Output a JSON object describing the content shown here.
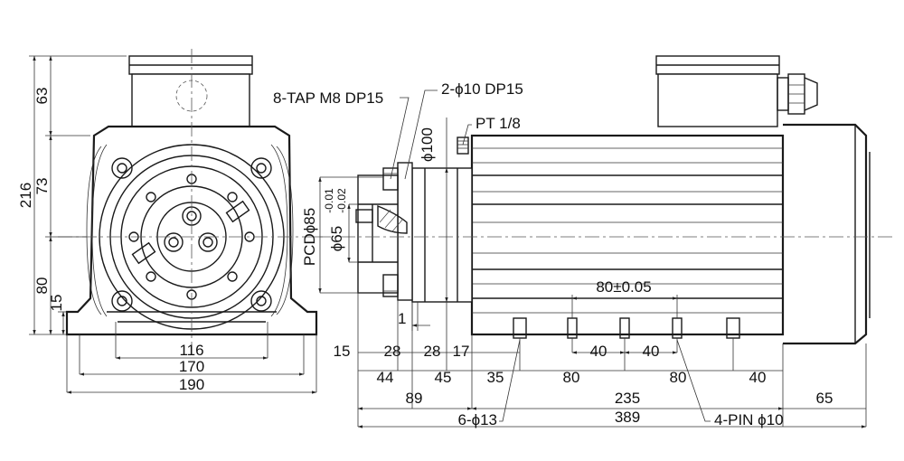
{
  "front_view": {
    "dims": {
      "height_total": "216",
      "height_top": "63",
      "height_mid": "73",
      "height_low": "80",
      "height_foot": "15",
      "width_116": "116",
      "width_170": "170",
      "width_190": "190"
    }
  },
  "side_view": {
    "callouts": {
      "tap": "8-TAP M8 DP15",
      "holes": "2-ϕ10 DP15",
      "pt": "PT 1/8",
      "dia100": "ϕ100",
      "pcd": "PCDϕ85",
      "shaft": "ϕ65",
      "tol_upper": "-0.01",
      "tol_lower": "-0.02",
      "one": "1",
      "spacing_80": "80±0.05",
      "bolts": "6-ϕ13",
      "pins": "4-PIN ϕ10"
    },
    "dims_row1": [
      "15",
      "28",
      "28",
      "17",
      "40",
      "40"
    ],
    "dims_row2": [
      "44",
      "45",
      "35",
      "80",
      "80",
      "40"
    ],
    "dims_row3": [
      "89",
      "235",
      "65"
    ],
    "dims_row4": [
      "389"
    ]
  }
}
